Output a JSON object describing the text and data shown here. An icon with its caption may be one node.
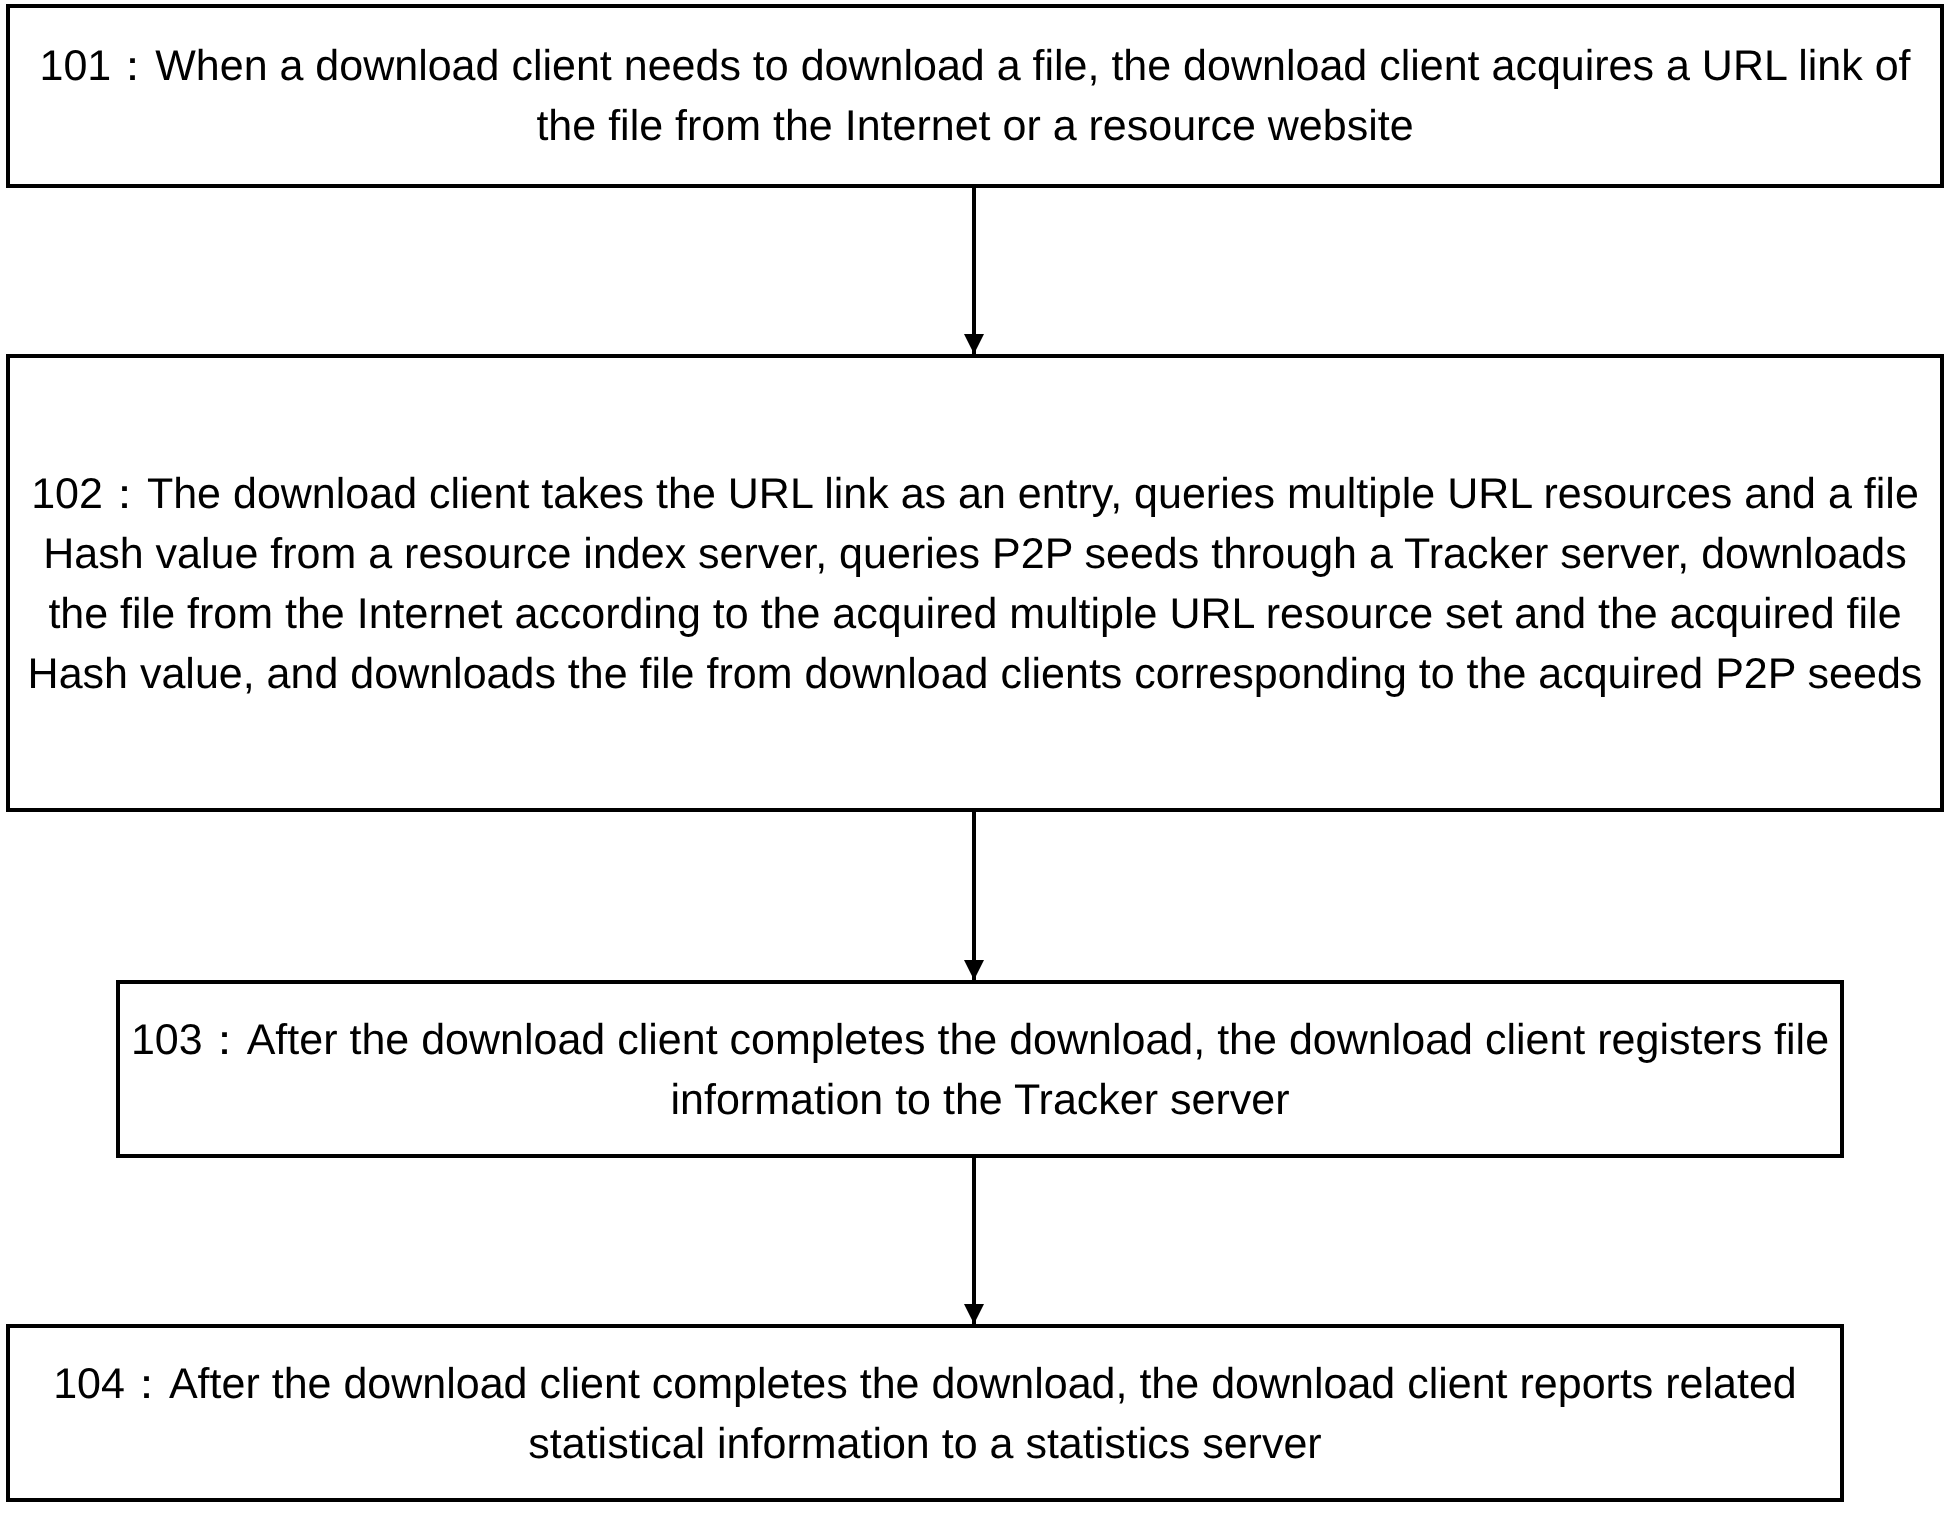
{
  "diagram": {
    "nodes": [
      {
        "text": [
          "101：When a download client needs to download a file, the download client acquires a URL link of the file from the Internet or a resource website"
        ]
      },
      {
        "text": [
          "102：The download client takes the URL link as an entry, queries multiple URL resources and a file Hash value from a resource index server, queries P2P seeds through a Tracker server, downloads the file from the Internet according to the acquired multiple URL resource set and the acquired file Hash value, and downloads the file from download clients corresponding to the acquired P2P seeds"
        ]
      },
      {
        "text": [
          "103：After the download client completes the download, the download client registers file information to the Tracker server"
        ]
      },
      {
        "text": [
          "104：After the download client completes the download, the download client reports related statistical information to a statistics server"
        ]
      }
    ],
    "edges": [
      {
        "from": 0,
        "to": 1,
        "arrow": "to"
      },
      {
        "from": 1,
        "to": 2,
        "arrow": "to"
      },
      {
        "from": 2,
        "to": 3,
        "arrow": "to"
      }
    ]
  }
}
